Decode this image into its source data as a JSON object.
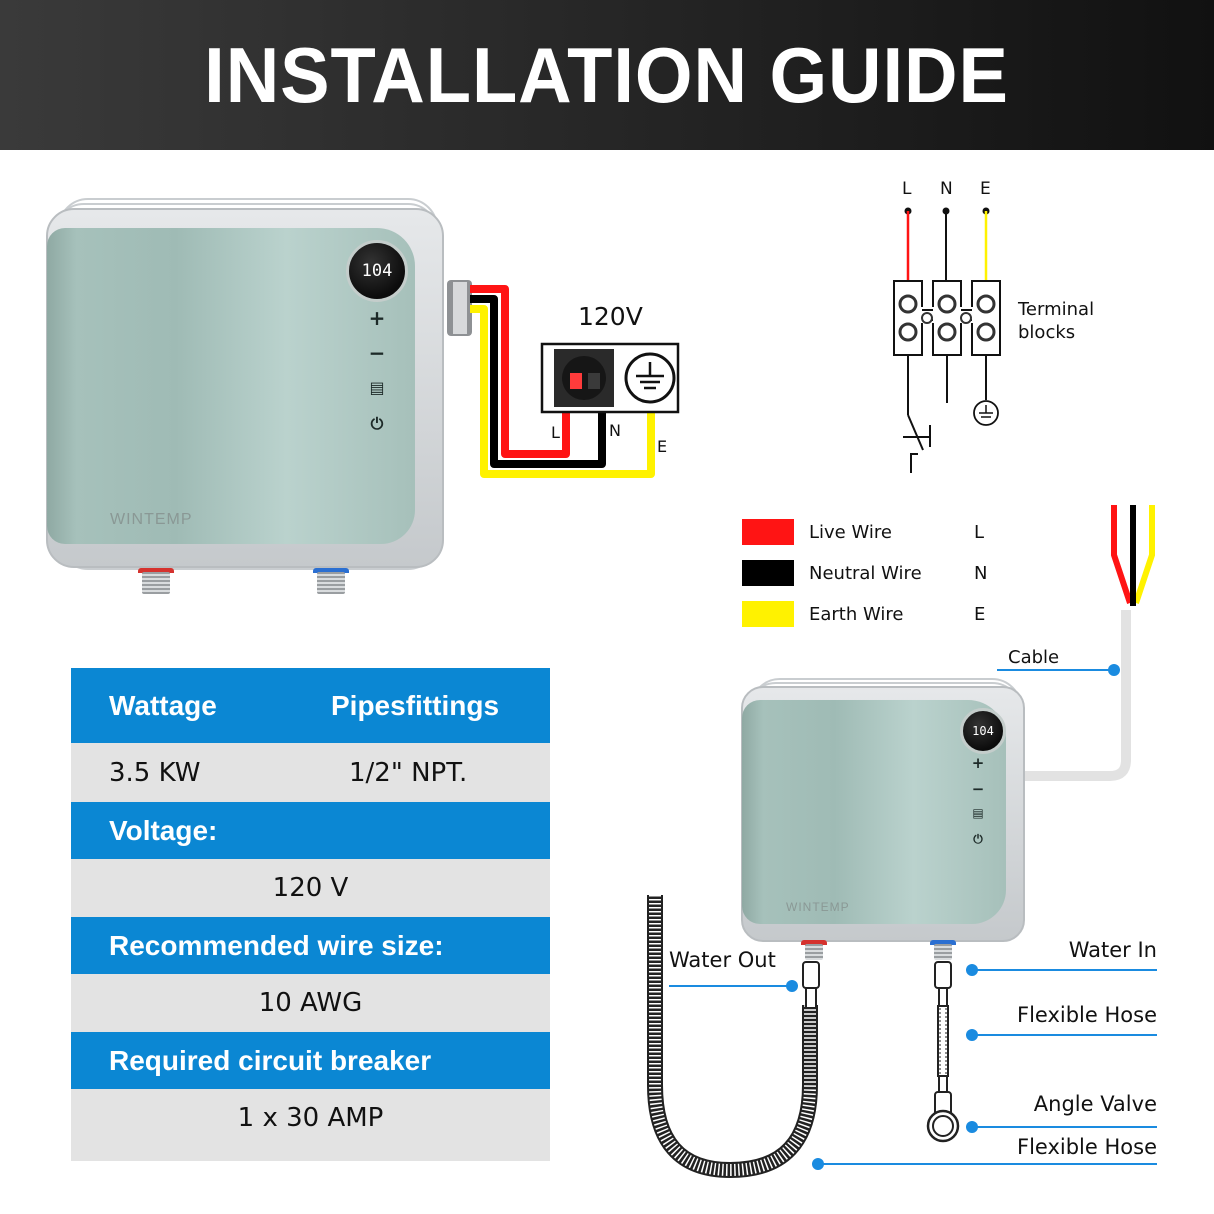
{
  "banner": {
    "title": "INSTALLATION GUIDE"
  },
  "heater": {
    "brand": "WINTEMP",
    "display_value": "104",
    "controls": [
      {
        "name": "plus",
        "glyph": "+"
      },
      {
        "name": "minus",
        "glyph": "−"
      },
      {
        "name": "menu",
        "glyph": "▤"
      },
      {
        "name": "power",
        "glyph": "⏻"
      }
    ]
  },
  "wiring": {
    "voltage_label": "120V",
    "terminals": {
      "live": "L",
      "neutral": "N",
      "earth": "E"
    }
  },
  "terminal_diagram": {
    "labels": [
      "L",
      "N",
      "E"
    ],
    "caption_line1": "Terminal",
    "caption_line2": "blocks"
  },
  "legend": [
    {
      "label": "Live Wire",
      "code": "L",
      "color": "#ff1414"
    },
    {
      "label": "Neutral Wire",
      "code": "N",
      "color": "#000000"
    },
    {
      "label": "Earth Wire",
      "code": "E",
      "color": "#fff200"
    }
  ],
  "colors": {
    "live": "#ff1414",
    "neutral": "#000000",
    "earth": "#fff200",
    "accent": "#0b87d3",
    "row_bg": "#e3e3e3"
  },
  "specs": {
    "header1": {
      "col1": "Wattage",
      "col2": "Pipesfittings"
    },
    "value1": {
      "col1": "3.5 KW",
      "col2": "1/2\" NPT."
    },
    "header2": "Voltage:",
    "value2": "120 V",
    "header3": "Recommended wire size:",
    "value3": "10 AWG",
    "header4": "Required circuit breaker",
    "value4": "1 x 30 AMP"
  },
  "callouts": {
    "cable": "Cable",
    "water_out": "Water Out",
    "water_in": "Water In",
    "flexible_hose_1": "Flexible Hose",
    "angle_valve": "Angle Valve",
    "flexible_hose_2": "Flexible Hose"
  }
}
